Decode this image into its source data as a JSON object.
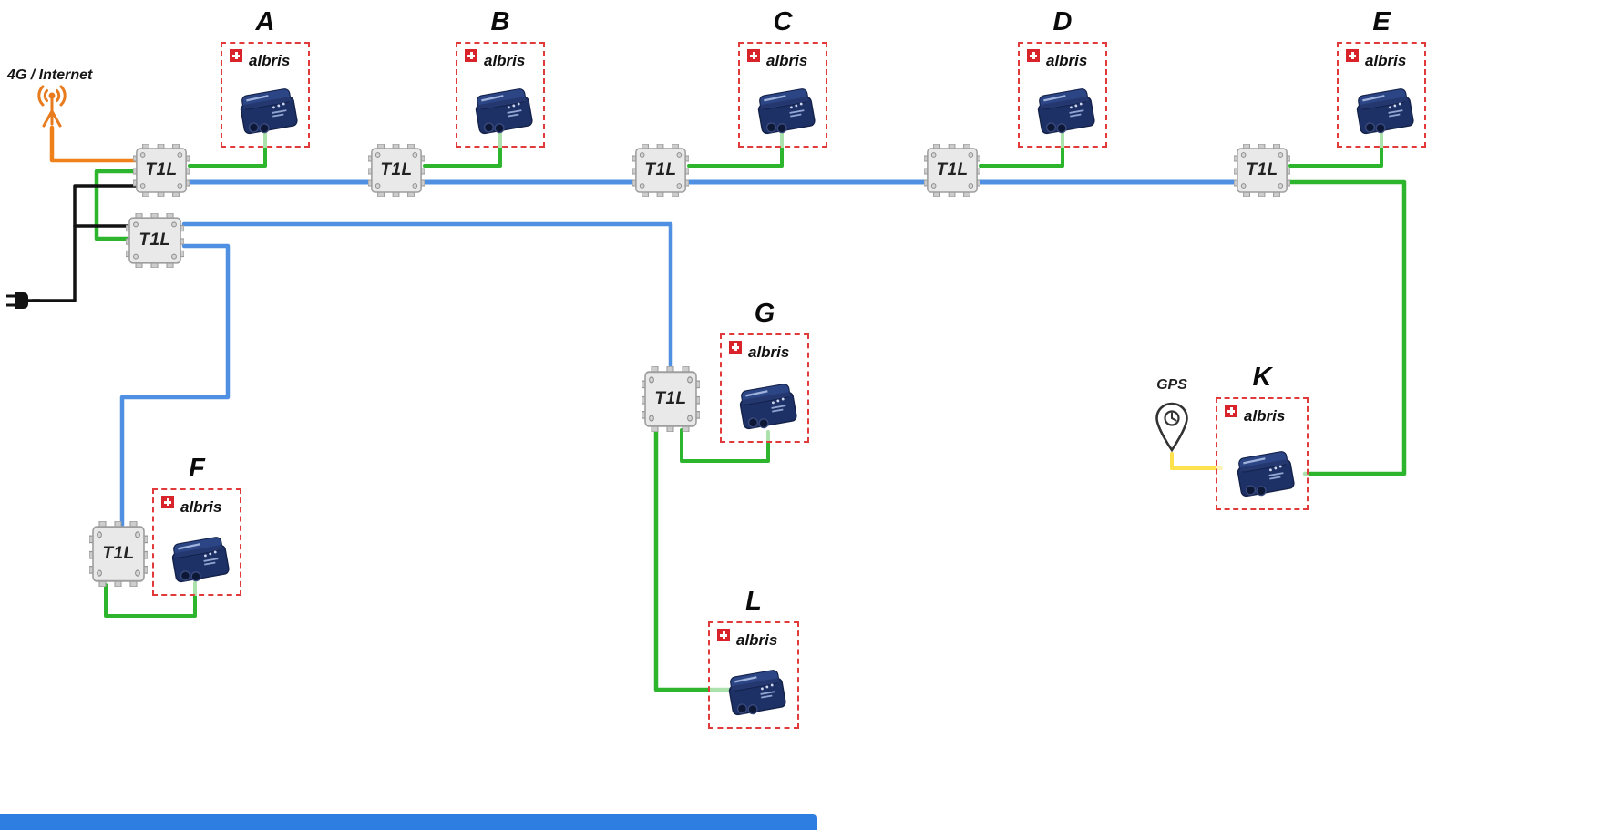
{
  "labels": {
    "internet": "4G / Internet",
    "gps": "GPS"
  },
  "t1l": {
    "label": "T1L"
  },
  "devices": [
    {
      "letter": "A",
      "brand": "albris"
    },
    {
      "letter": "B",
      "brand": "albris"
    },
    {
      "letter": "C",
      "brand": "albris"
    },
    {
      "letter": "D",
      "brand": "albris"
    },
    {
      "letter": "E",
      "brand": "albris"
    },
    {
      "letter": "F",
      "brand": "albris"
    },
    {
      "letter": "G",
      "brand": "albris"
    },
    {
      "letter": "K",
      "brand": "albris"
    },
    {
      "letter": "L",
      "brand": "albris"
    }
  ],
  "icons": {
    "antenna": "4g-antenna-icon",
    "plug": "power-plug-icon",
    "gps_pin": "gps-pin-icon"
  },
  "colors": {
    "cable-blue": "#4f90e2",
    "cable-green": "#2db52d",
    "cable-orange": "#f08019",
    "cable-black": "#121212",
    "cable-yellow": "#ffe14d",
    "box-fill": "#e9e9e9",
    "box-border": "#9e9e9e",
    "device-navy": "#1e3166",
    "dashed-red": "#e03a3a",
    "swiss-red": "#d8232a",
    "bottom-bar": "#2e7de0"
  }
}
